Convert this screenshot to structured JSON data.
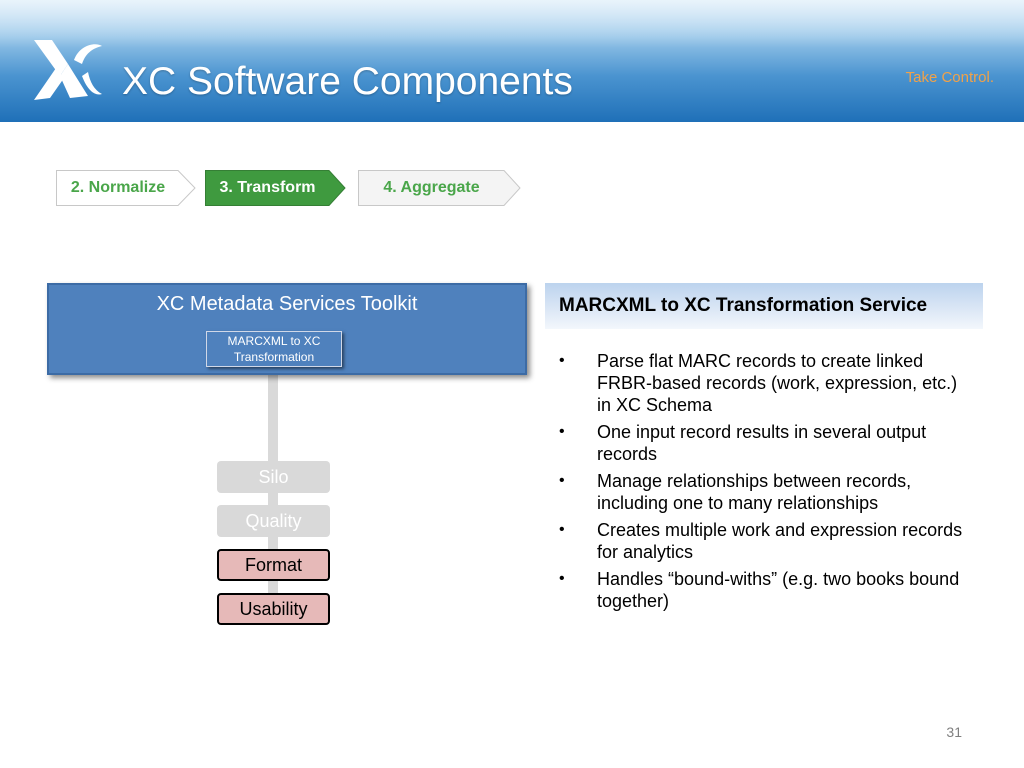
{
  "header": {
    "title": "XC Software Components",
    "tagline": "Take Control.",
    "logo_letters": "XC"
  },
  "steps": [
    {
      "label": "2. Normalize",
      "active": false
    },
    {
      "label": "3. Transform",
      "active": true
    },
    {
      "label": "4. Aggregate",
      "active": false
    }
  ],
  "diagram": {
    "toolkit_title": "XC Metadata Services Toolkit",
    "service_box": "MARCXML to XC Transformation",
    "stages": [
      {
        "label": "Silo",
        "highlighted": false
      },
      {
        "label": "Quality",
        "highlighted": false
      },
      {
        "label": "Format",
        "highlighted": true
      },
      {
        "label": "Usability",
        "highlighted": true
      }
    ]
  },
  "panel": {
    "heading": "MARCXML to XC Transformation Service",
    "bullet_char": "•",
    "bullets": [
      "Parse flat MARC records to create linked FRBR-based records (work, expression, etc.) in XC Schema",
      "One input record results in several output records",
      "Manage relationships between records, including one to many relationships",
      "Creates multiple work and expression records for analytics",
      "Handles “bound-withs” (e.g. two books bound together)"
    ]
  },
  "page_number": "31",
  "colors": {
    "active_step": "#3f9a3f",
    "step_text": "#4aa64a",
    "toolkit_blue": "#4f81bd",
    "highlight_pink": "#e6b9b8",
    "tagline_orange": "#f0a24a"
  }
}
